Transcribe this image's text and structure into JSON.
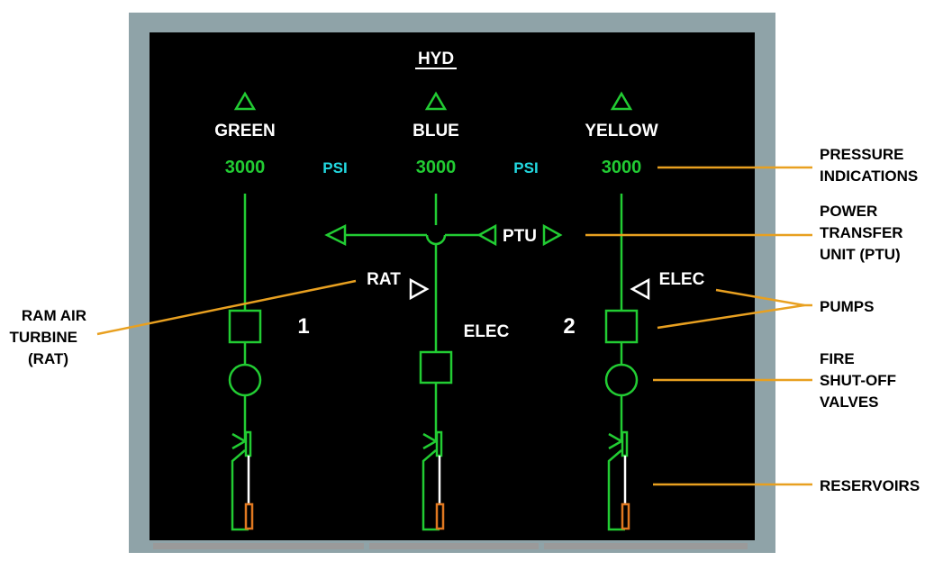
{
  "page": {
    "title": "HYD"
  },
  "systems": [
    {
      "name": "GREEN",
      "pressure": "3000"
    },
    {
      "name": "BLUE",
      "pressure": "3000"
    },
    {
      "name": "YELLOW",
      "pressure": "3000"
    }
  ],
  "units": {
    "left": "PSI",
    "right": "PSI"
  },
  "display_labels": {
    "ptu": "PTU",
    "rat": "RAT",
    "elec_blue": "ELEC",
    "elec_yellow": "ELEC",
    "engine_1": "1",
    "engine_2": "2"
  },
  "callouts": {
    "pressure_line1": "PRESSURE",
    "pressure_line2": "INDICATIONS",
    "ptu_line1": "POWER",
    "ptu_line2": "TRANSFER",
    "ptu_line3": "UNIT (PTU)",
    "pumps": "PUMPS",
    "fire_line1": "FIRE",
    "fire_line2": "SHUT-OFF",
    "fire_line3": "VALVES",
    "reservoirs": "RESERVOIRS",
    "rat_line1": "RAM AIR",
    "rat_line2": "TURBINE",
    "rat_line3": "(RAT)"
  },
  "colors": {
    "frame": "#8fa3a8",
    "screen": "#000000",
    "green": "#22cc33",
    "cyan": "#22d8e0",
    "white": "#ffffff",
    "amber": "#e8a020",
    "orange": "#e07820",
    "bezel_bar": "#9a9a9a"
  }
}
